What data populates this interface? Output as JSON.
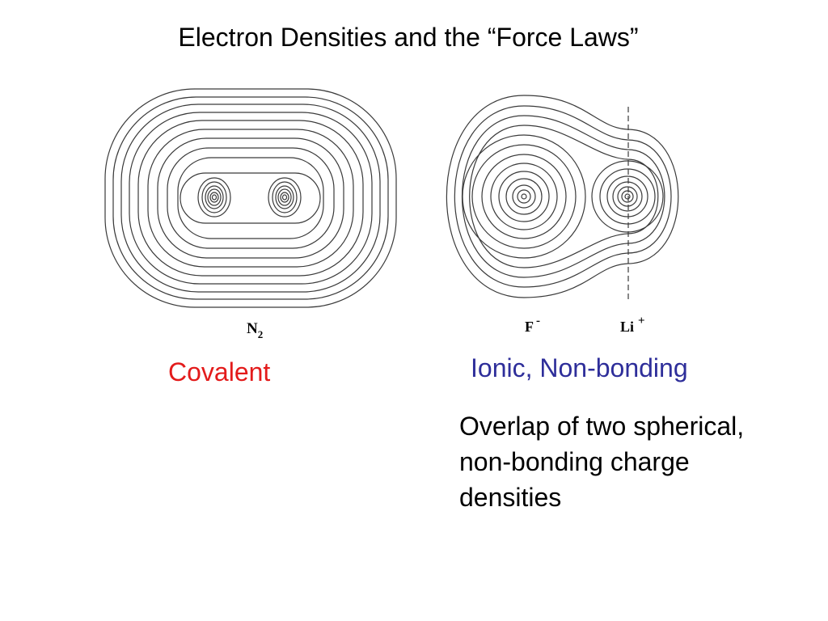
{
  "slide": {
    "title": "Electron Densities and the “Force Laws”"
  },
  "diagrams": {
    "n2": {
      "label_main": "N",
      "label_sub": "2"
    },
    "ionic": {
      "f_label": "F",
      "f_charge": "-",
      "li_label": "Li",
      "li_charge": "+"
    }
  },
  "captions": {
    "covalent": "Covalent",
    "ionic": "Ionic, Non-bonding",
    "description_lines": [
      "Overlap of two spherical,",
      "non-bonding charge",
      "densities"
    ]
  },
  "colors": {
    "covalent": "#e31b1b",
    "ionic": "#2e2e9a",
    "contour": "#3a3a3a"
  }
}
